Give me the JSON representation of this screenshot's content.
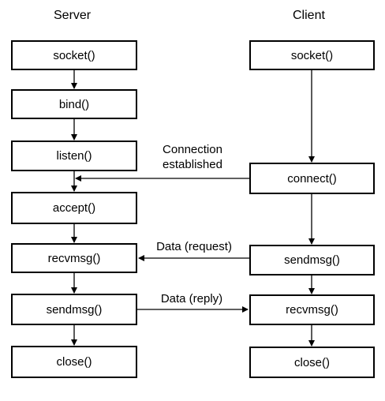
{
  "server": {
    "title": "Server",
    "steps": [
      "socket()",
      "bind()",
      "listen()",
      "accept()",
      "recvmsg()",
      "sendmsg()",
      "close()"
    ]
  },
  "client": {
    "title": "Client",
    "steps": [
      "socket()",
      "connect()",
      "sendmsg()",
      "recvmsg()",
      "close()"
    ]
  },
  "messages": {
    "connection": [
      "Connection",
      "established"
    ],
    "request": "Data (request)",
    "reply": "Data (reply)"
  }
}
